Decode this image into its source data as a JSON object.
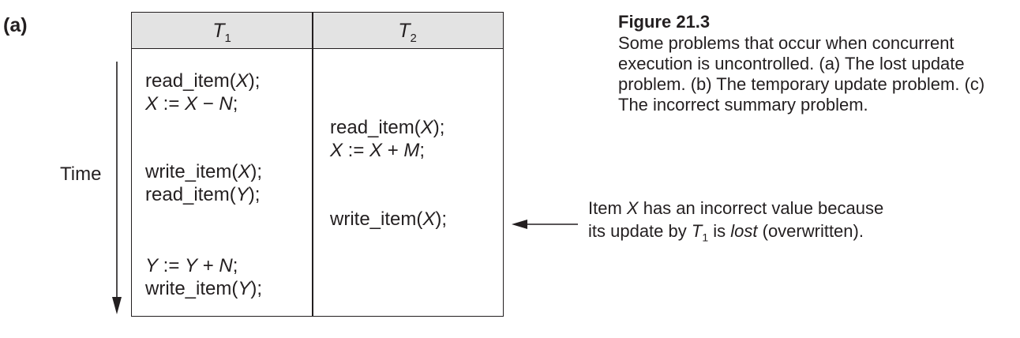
{
  "part_label": "(a)",
  "columns": [
    {
      "var": "T",
      "sub": "1"
    },
    {
      "var": "T",
      "sub": "2"
    }
  ],
  "time_label": "Time",
  "t1_ops": [
    {
      "parts": [
        [
          "read_item(",
          false
        ],
        [
          "X",
          true
        ],
        [
          ");",
          false
        ]
      ]
    },
    {
      "parts": [
        [
          "X",
          true
        ],
        [
          " := ",
          false
        ],
        [
          "X",
          true
        ],
        [
          " − ",
          false
        ],
        [
          "N",
          true
        ],
        [
          ";",
          false
        ]
      ]
    },
    {
      "parts": [
        [
          "write_item(",
          false
        ],
        [
          "X",
          true
        ],
        [
          ");",
          false
        ]
      ]
    },
    {
      "parts": [
        [
          "read_item(",
          false
        ],
        [
          "Y",
          true
        ],
        [
          ");",
          false
        ]
      ]
    },
    {
      "parts": [
        [
          "Y",
          true
        ],
        [
          " := ",
          false
        ],
        [
          "Y",
          true
        ],
        [
          " + ",
          false
        ],
        [
          "N",
          true
        ],
        [
          ";",
          false
        ]
      ]
    },
    {
      "parts": [
        [
          "write_item(",
          false
        ],
        [
          "Y",
          true
        ],
        [
          ");",
          false
        ]
      ]
    }
  ],
  "t2_ops": [
    {
      "parts": [
        [
          "read_item(",
          false
        ],
        [
          "X",
          true
        ],
        [
          ");",
          false
        ]
      ]
    },
    {
      "parts": [
        [
          "X",
          true
        ],
        [
          " := ",
          false
        ],
        [
          "X",
          true
        ],
        [
          " + ",
          false
        ],
        [
          "M",
          true
        ],
        [
          ";",
          false
        ]
      ]
    },
    {
      "parts": [
        [
          "write_item(",
          false
        ],
        [
          "X",
          true
        ],
        [
          ");",
          false
        ]
      ]
    }
  ],
  "caption": {
    "title": "Figure 21.3",
    "text": "Some problems that occur when concurrent execution is uncontrolled. (a) The lost update problem. (b) The temporary update problem. (c) The incorrect summary problem."
  },
  "note": {
    "line1_a": "Item ",
    "line1_var": "X",
    "line1_b": " has an incorrect value because",
    "line2_a": "its update by ",
    "line2_var": "T",
    "line2_sub": "1",
    "line2_b": " is ",
    "line2_em": "lost",
    "line2_c": " (overwritten)."
  }
}
